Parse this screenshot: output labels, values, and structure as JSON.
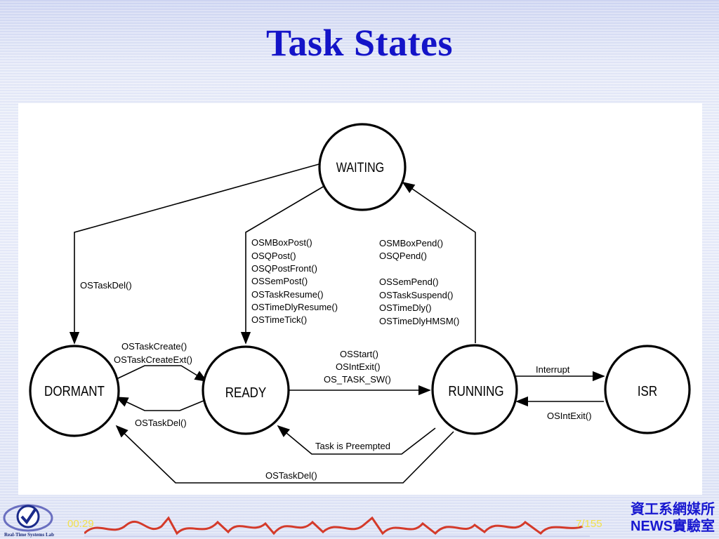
{
  "title": "Task States",
  "states": {
    "waiting": "WAITING",
    "dormant": "DORMANT",
    "ready": "READY",
    "running": "RUNNING",
    "isr": "ISR"
  },
  "edges": {
    "waiting_to_dormant": [
      "OSTaskDel()"
    ],
    "waiting_to_ready": [
      "OSMBoxPost()",
      "OSQPost()",
      "OSQPostFront()",
      "OSSemPost()",
      "OSTaskResume()",
      "OSTimeDlyResume()",
      "OSTimeTick()"
    ],
    "running_to_waiting": [
      "OSMBoxPend()",
      "OSQPend()",
      "",
      "OSSemPend()",
      "OSTaskSuspend()",
      "OSTimeDly()",
      "OSTimeDlyHMSM()"
    ],
    "dormant_to_ready": [
      "OSTaskCreate()",
      "OSTaskCreateExt()"
    ],
    "ready_to_dormant": [
      "OSTaskDel()"
    ],
    "ready_to_running": [
      "OSStart()",
      "OSIntExit()",
      "OS_TASK_SW()"
    ],
    "running_to_ready": [
      "Task is Preempted"
    ],
    "running_to_dormant": [
      "OSTaskDel()"
    ],
    "running_to_isr": [
      "Interrupt"
    ],
    "isr_to_running": [
      "OSIntExit()"
    ]
  },
  "footer": {
    "time": "00:29",
    "page": "7/155",
    "dept_line1": "資工系網媒所",
    "dept_line2": "NEWS實驗室",
    "logo_text": "Real-Time Systems Lab"
  }
}
